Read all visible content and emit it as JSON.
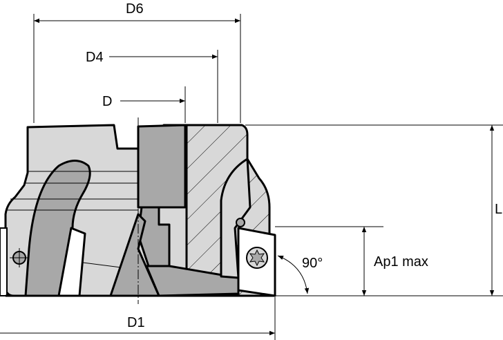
{
  "diagram": {
    "title": "Face milling cutter dimensions",
    "labels": {
      "d6": "D6",
      "d4": "D4",
      "d": "D",
      "d1": "D1",
      "l": "L",
      "ap1max": "Ap1 max",
      "angle": "90°"
    },
    "colors": {
      "body_light": "#d8d8d8",
      "body_dark": "#a8a8a8",
      "insert": "#ffffff",
      "line": "#000000"
    }
  }
}
